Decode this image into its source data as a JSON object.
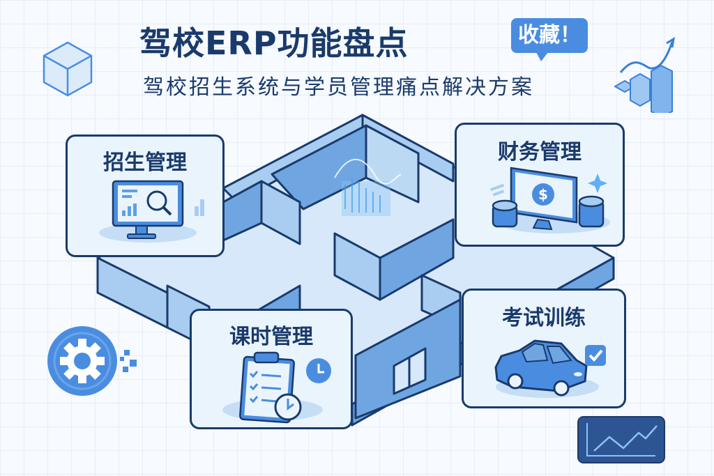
{
  "header": {
    "title": "驾校ERP功能盘点",
    "badge": "收藏！",
    "subtitle": "驾校招生系统与学员管理痛点解决方案"
  },
  "cards": [
    {
      "title": "招生管理",
      "icon": "monitor-search-icon"
    },
    {
      "title": "财务管理",
      "icon": "monitor-dollar-icon"
    },
    {
      "title": "课时管理",
      "icon": "clipboard-clock-icon"
    },
    {
      "title": "考试训练",
      "icon": "car-check-icon"
    }
  ],
  "decorations": [
    "cube-icon",
    "bar-growth-icon",
    "gear-icon",
    "line-chart-icon",
    "isometric-building"
  ],
  "colors": {
    "navy": "#1a3a6b",
    "accent": "#4a8de0",
    "light": "#eaf4fd",
    "wall": "#a9cdf0",
    "wallDark": "#6fa6e2"
  }
}
